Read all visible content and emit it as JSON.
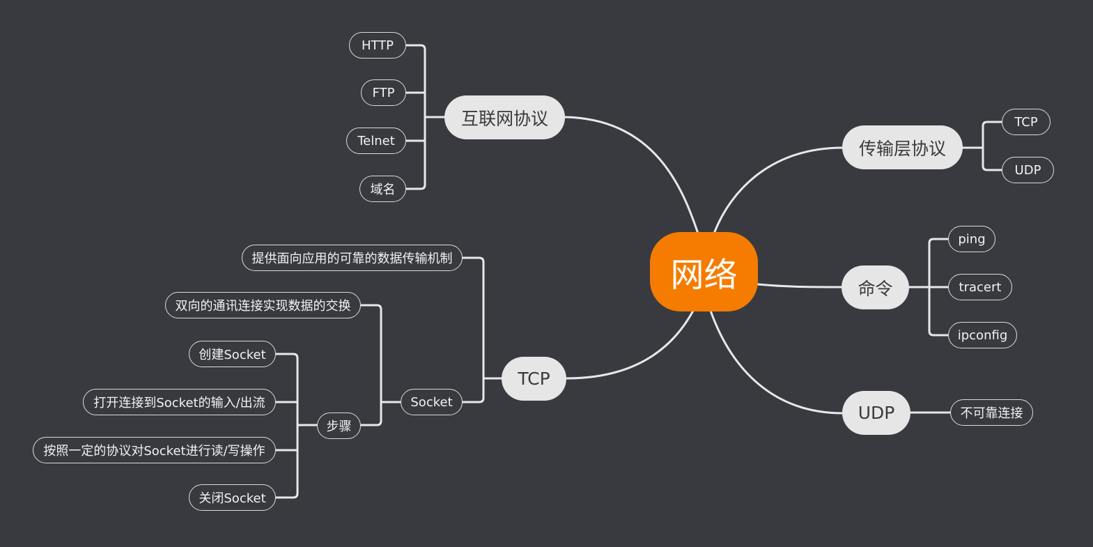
{
  "root": "网络",
  "branches": {
    "internet": {
      "label": "互联网协议",
      "children": [
        "HTTP",
        "FTP",
        "Telnet",
        "域名"
      ]
    },
    "transport": {
      "label": "传输层协议",
      "children": [
        "TCP",
        "UDP"
      ]
    },
    "command": {
      "label": "命令",
      "children": [
        "ping",
        "tracert",
        "ipconfig"
      ]
    },
    "udp": {
      "label": "UDP",
      "children": [
        "不可靠连接"
      ]
    },
    "tcp": {
      "label": "TCP",
      "children": [
        "提供面向应用的可靠的数据传输机制",
        "Socket"
      ],
      "socket": {
        "children": [
          "双向的通讯连接实现数据的交换",
          "步骤"
        ],
        "steps": [
          "创建Socket",
          "打开连接到Socket的输入/出流",
          "按照一定的协议对Socket进行读/写操作",
          "关闭Socket"
        ]
      }
    }
  },
  "colors": {
    "background": "#383a3f",
    "root_fill": "#f57c00",
    "main_fill": "#e6e6e6",
    "line": "#e8e8e8",
    "leaf_border": "#dcdcdc"
  }
}
